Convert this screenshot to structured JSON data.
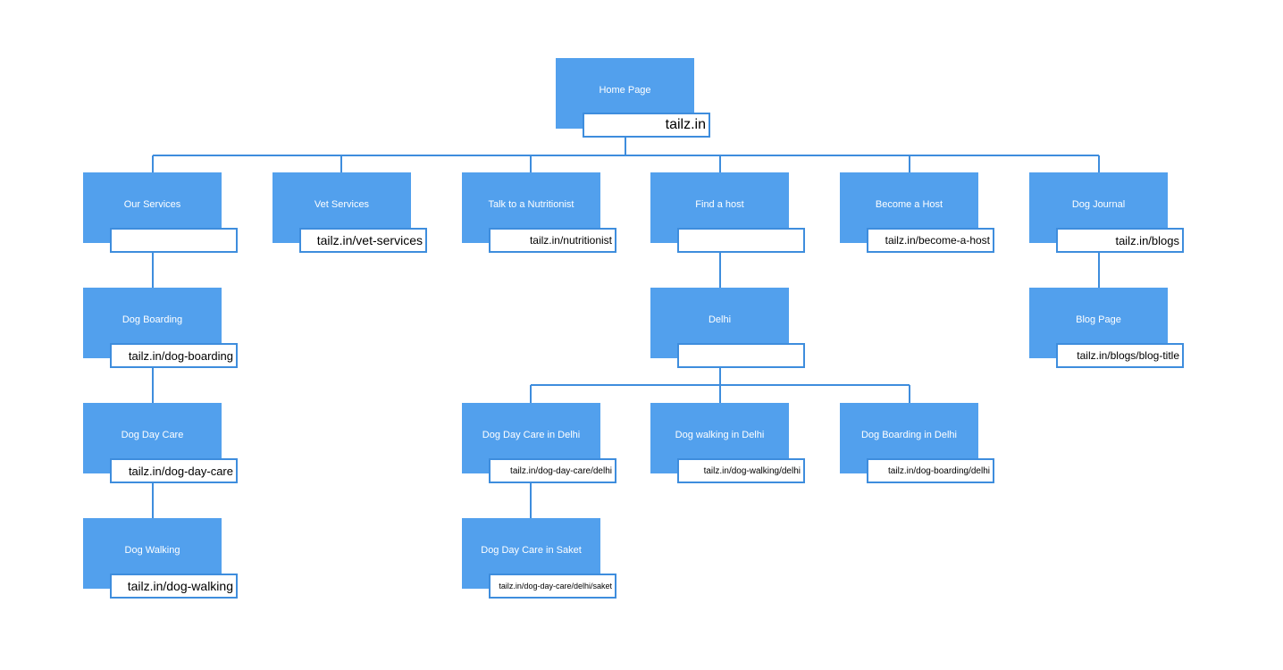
{
  "nodes": {
    "home": {
      "title": "Home Page",
      "url": "tailz.in"
    },
    "our_services": {
      "title": "Our Services",
      "url": ""
    },
    "vet_services": {
      "title": "Vet Services",
      "url": "tailz.in/vet-services"
    },
    "nutritionist": {
      "title": "Talk to a Nutritionist",
      "url": "tailz.in/nutritionist"
    },
    "find_host": {
      "title": "Find a host",
      "url": ""
    },
    "become_host": {
      "title": "Become a Host",
      "url": "tailz.in/become-a-host"
    },
    "dog_journal": {
      "title": "Dog Journal",
      "url": "tailz.in/blogs"
    },
    "dog_boarding": {
      "title": "Dog Boarding",
      "url": "tailz.in/dog-boarding"
    },
    "dog_day_care": {
      "title": "Dog Day Care",
      "url": "tailz.in/dog-day-care"
    },
    "dog_walking": {
      "title": "Dog Walking",
      "url": "tailz.in/dog-walking"
    },
    "delhi": {
      "title": "Delhi",
      "url": ""
    },
    "blog_page": {
      "title": "Blog Page",
      "url": "tailz.in/blogs/blog-title"
    },
    "day_care_delhi": {
      "title": "Dog Day Care in Delhi",
      "url": "tailz.in/dog-day-care/delhi"
    },
    "walking_delhi": {
      "title": "Dog walking in Delhi",
      "url": "tailz.in/dog-walking/delhi"
    },
    "boarding_delhi": {
      "title": "Dog Boarding in Delhi",
      "url": "tailz.in/dog-boarding/delhi"
    },
    "day_care_saket": {
      "title": "Dog Day Care in Saket",
      "url": "tailz.in/dog-day-care/delhi/saket"
    }
  },
  "colors": {
    "node_fill": "#52a0ed",
    "connector": "#3e8ddd",
    "url_border": "#3e8ddd"
  }
}
